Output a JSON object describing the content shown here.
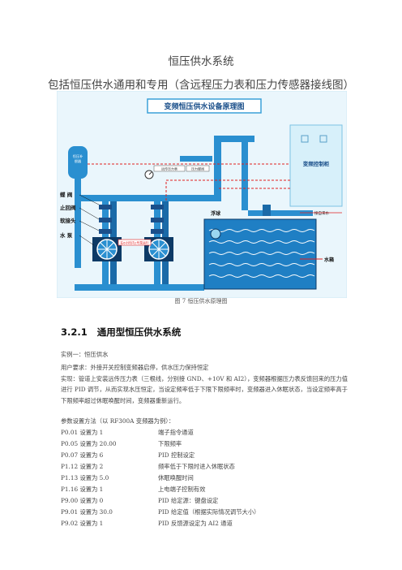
{
  "title": "恒压供水系统",
  "subtitle": "包括恒压供水通用和专用（含远程压力表和压力传感器接线图）",
  "figure": {
    "banner": "变频恒压供水设备原理图",
    "control_cabinet": "变频控制柜",
    "tank_label": "恒压补\n偿器",
    "labels": {
      "valve": "蝶 阀",
      "check_valve": "止回阀",
      "soft_joint": "软接头",
      "pump": "水 泵",
      "pressure_gauge": "远传压力表",
      "butterfly_top": "压力蝶阀",
      "float": "浮球",
      "water_tank": "水箱",
      "inlet": "接自来水",
      "pump_note": "在6小时内1号泵运行"
    },
    "caption": "图 7   恒压供水原理图"
  },
  "section": {
    "number": "3.2.1",
    "title": "通用型恒压供水系统"
  },
  "paragraphs": [
    "实例一：恒压供水",
    "用户要求：外接开关控制变频器启停，供水压力保持恒定",
    "实现：管道上安装远传压力表（三根线，分别接 GND、+10V 和 AI2），变频器根据压力表反馈回来的压力值进行 PID 调节，从而实现水压恒定，当设定频率低于下限下限频率时，变频器进入休眠状态，当设定频率高于下限频率超过休眠唤醒时间，变频器重新运行。",
    "参数设置方法（以 RF300A 变频器为例）："
  ],
  "params": [
    {
      "code": "P0.01  设置为 1",
      "desc": "端子指令通道"
    },
    {
      "code": "P0.05  设置为 20.00",
      "desc": "下限频率"
    },
    {
      "code": "P0.07  设置为 6",
      "desc": "PID 控制设定"
    },
    {
      "code": "P1.12  设置为 2",
      "desc": "频率低于下限时进入休眠状态"
    },
    {
      "code": "P1.13  设置为 5.0",
      "desc": "休眠唤醒时间"
    },
    {
      "code": "P1.16  设置为 1",
      "desc": "上电端子控制有效"
    },
    {
      "code": "P9.00  设置为 0",
      "desc": "PID 给定源：键盘设定"
    },
    {
      "code": "P9.01  设置为 30.0",
      "desc": "PID 给定值（根据实际情况调节大小）"
    },
    {
      "code": "P9.02  设置为 1",
      "desc": "PID 反馈源设定为 AI2 通道"
    }
  ],
  "colors": {
    "pipe": "#2a8fd0",
    "pipe_dark": "#1a6aa8",
    "frame": "#9ad6f0",
    "cabinet": "#ccecf8",
    "water": "#1f7fc4",
    "wire": "#e02020",
    "banner_bg": "#3aa0d8"
  }
}
